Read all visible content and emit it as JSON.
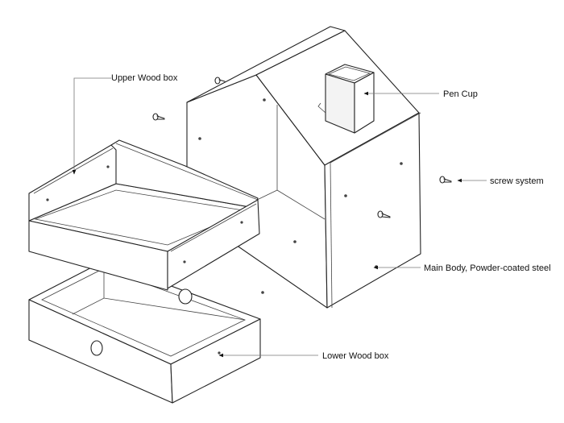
{
  "labels": {
    "upper_wood_box": "Upper Wood box",
    "pen_cup": "Pen Cup",
    "screw_system": "screw system",
    "main_body": "Main Body, Powder-coated steel",
    "lower_wood_box": "Lower Wood box"
  },
  "colors": {
    "line": "#222222",
    "leader": "#777777",
    "background": "#ffffff"
  }
}
